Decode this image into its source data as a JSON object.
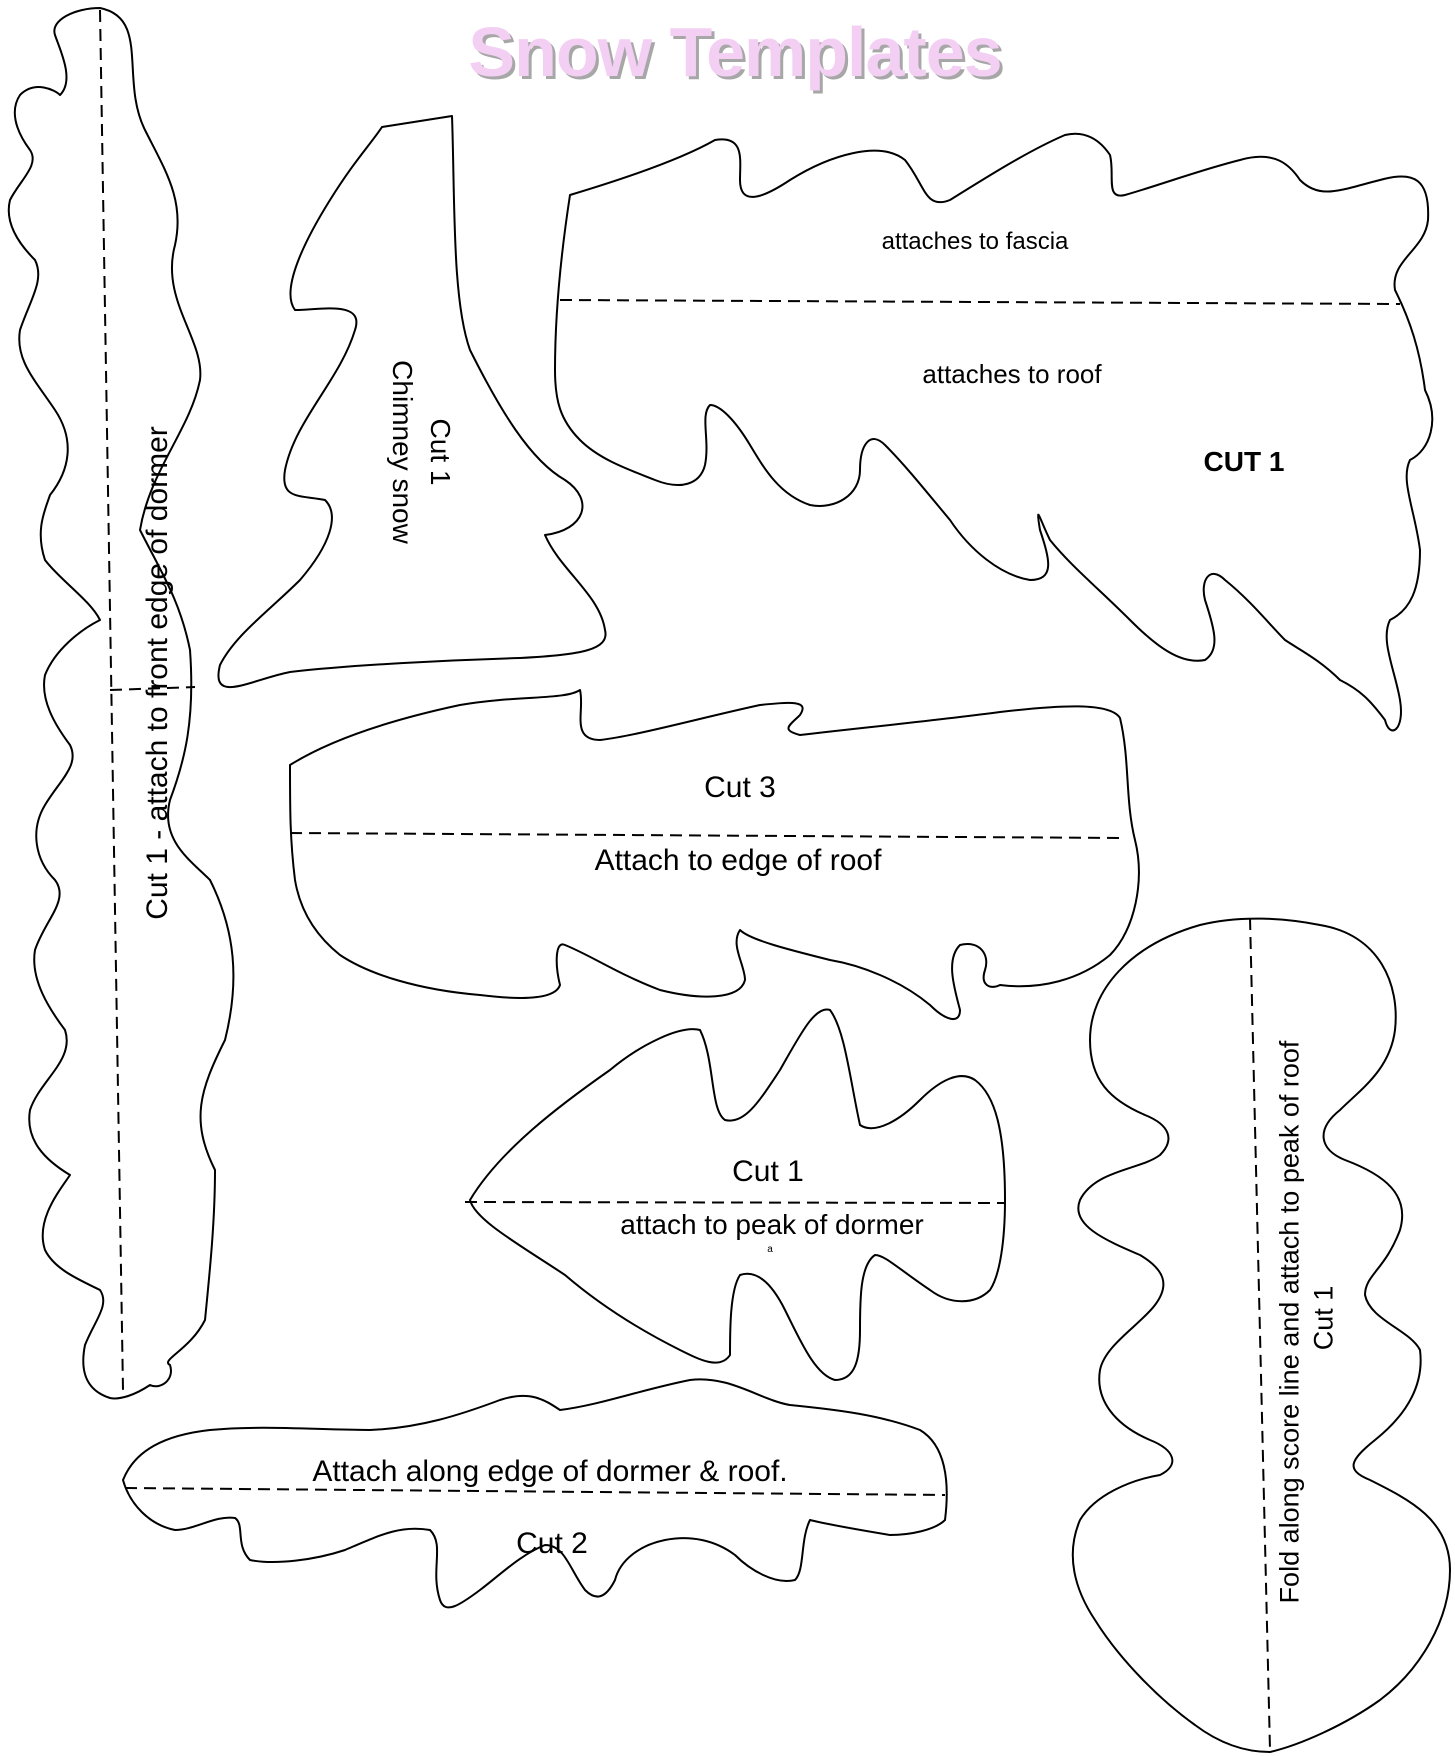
{
  "title": "Snow Templates",
  "colors": {
    "title_fill": "#f3d0f3",
    "title_shadow": "#a7a7a7",
    "outline": "#000000",
    "background": "#ffffff"
  },
  "templates": {
    "dormer_front_strip": {
      "label_a": "Cut 1   -   attach to front edge of dormer"
    },
    "chimney": {
      "label_a": "Cut 1",
      "label_b": "Chimney snow"
    },
    "large_roof": {
      "label_a": "attaches to fascia",
      "label_b": "attaches to roof",
      "label_c": "CUT 1"
    },
    "roof_edge": {
      "label_a": "Cut 3",
      "label_b": "Attach to edge of roof"
    },
    "dormer_peak": {
      "label_a": "Cut 1",
      "label_b": "attach to peak of dormer",
      "label_c": "a"
    },
    "dormer_roof_edge": {
      "label_a": "Attach along edge of dormer & roof.",
      "label_b": "Cut 2"
    },
    "roof_peak": {
      "label_a": "Fold along score line and attach to peak of roof",
      "label_b": "Cut 1"
    }
  }
}
